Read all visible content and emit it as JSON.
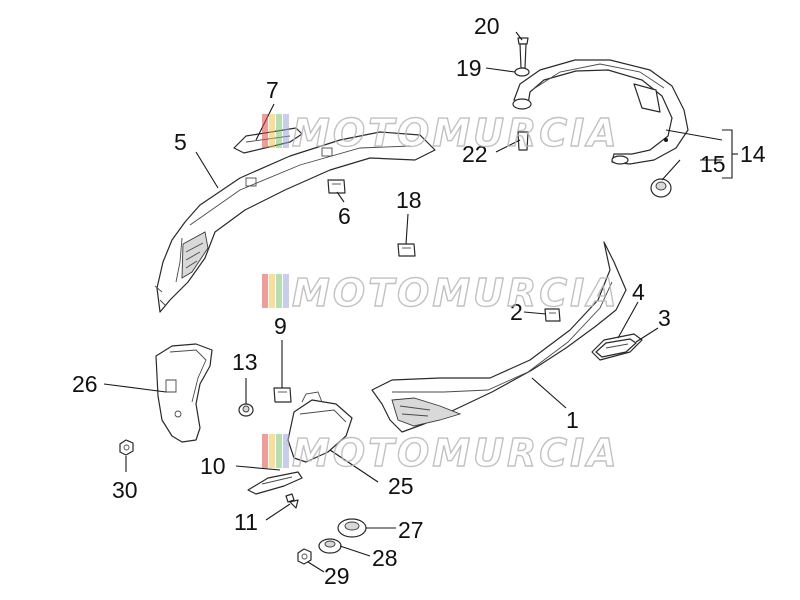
{
  "watermark": {
    "text": "MOTOMURCIA",
    "stripe_colors": [
      "#e24a4a",
      "#f3c34a",
      "#7cc36b",
      "#9aa6d6"
    ]
  },
  "callouts": [
    {
      "id": "1",
      "label": "1"
    },
    {
      "id": "2",
      "label": "2"
    },
    {
      "id": "3",
      "label": "3"
    },
    {
      "id": "4",
      "label": "4"
    },
    {
      "id": "5",
      "label": "5"
    },
    {
      "id": "6",
      "label": "6"
    },
    {
      "id": "7",
      "label": "7"
    },
    {
      "id": "9",
      "label": "9"
    },
    {
      "id": "10",
      "label": "10"
    },
    {
      "id": "11",
      "label": "11"
    },
    {
      "id": "13",
      "label": "13"
    },
    {
      "id": "14",
      "label": "14"
    },
    {
      "id": "15",
      "label": "15"
    },
    {
      "id": "18",
      "label": "18"
    },
    {
      "id": "19",
      "label": "19"
    },
    {
      "id": "20",
      "label": "20"
    },
    {
      "id": "22",
      "label": "22"
    },
    {
      "id": "25",
      "label": "25"
    },
    {
      "id": "26",
      "label": "26"
    },
    {
      "id": "27",
      "label": "27"
    },
    {
      "id": "28",
      "label": "28"
    },
    {
      "id": "29",
      "label": "29"
    },
    {
      "id": "30",
      "label": "30"
    }
  ]
}
